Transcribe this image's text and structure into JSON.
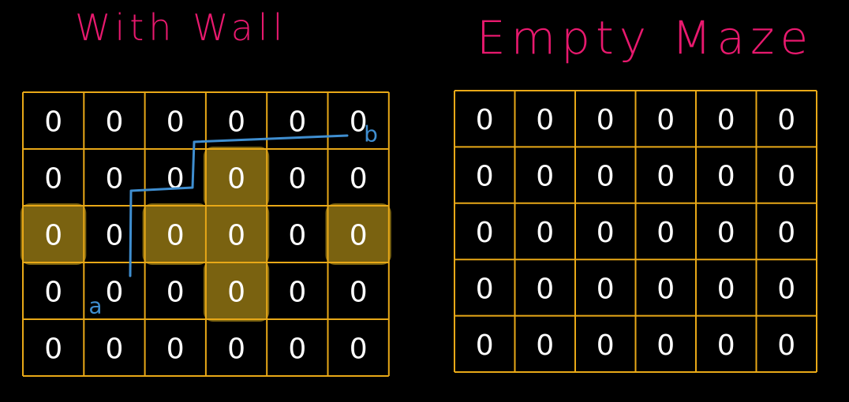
{
  "colors": {
    "background": "#000000",
    "title": "#e8196e",
    "grid": "#e8a817",
    "wall_highlight": "#7a6210",
    "path": "#3f8ed0",
    "cell_text": "#ffffff"
  },
  "left_panel": {
    "title": "With Wall",
    "rows": 5,
    "cols": 6,
    "cells": [
      [
        "0",
        "0",
        "0",
        "0",
        "0",
        "0"
      ],
      [
        "0",
        "0",
        "0",
        "0",
        "0",
        "0"
      ],
      [
        "0",
        "0",
        "0",
        "0",
        "0",
        "0"
      ],
      [
        "0",
        "0",
        "0",
        "0",
        "0",
        "0"
      ],
      [
        "0",
        "0",
        "0",
        "0",
        "0",
        "0"
      ]
    ],
    "walls": [
      {
        "row": 1,
        "col": 3
      },
      {
        "row": 2,
        "col": 0
      },
      {
        "row": 2,
        "col": 2
      },
      {
        "row": 2,
        "col": 3
      },
      {
        "row": 2,
        "col": 5
      },
      {
        "row": 3,
        "col": 3
      }
    ],
    "start_label": "a",
    "end_label": "b"
  },
  "right_panel": {
    "title": "Empty Maze",
    "rows": 5,
    "cols": 6,
    "cells": [
      [
        "0",
        "0",
        "0",
        "0",
        "0",
        "0"
      ],
      [
        "0",
        "0",
        "0",
        "0",
        "0",
        "0"
      ],
      [
        "0",
        "0",
        "0",
        "0",
        "0",
        "0"
      ],
      [
        "0",
        "0",
        "0",
        "0",
        "0",
        "0"
      ],
      [
        "0",
        "0",
        "0",
        "0",
        "0",
        "0"
      ]
    ]
  }
}
